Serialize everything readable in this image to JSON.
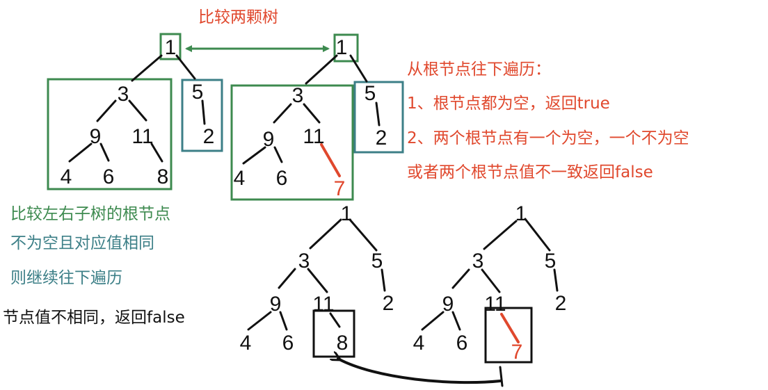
{
  "title": "比较两颗树",
  "rules": {
    "heading": "从根节点往下遍历：",
    "rule1": "1、根节点都为空，返回true",
    "rule2_line1": "2、两个根节点有一个为空，一个不为空",
    "rule2_line2": "或者两个根节点值不一致返回false"
  },
  "notes": {
    "green_line1": "比较左右子树的根节点",
    "green_line2": "不为空且对应值相同",
    "green_line3": "则继续往下遍历",
    "black": "节点值不相同，返回false"
  },
  "trees": {
    "tl": {
      "root": "1",
      "l": "3",
      "r": "5",
      "ll": "9",
      "lr": "11",
      "rr": "2",
      "lll": "4",
      "llr": "6",
      "lrr": "8"
    },
    "tr": {
      "root": "1",
      "l": "3",
      "r": "5",
      "ll": "9",
      "lr": "11",
      "rr": "2",
      "lll": "4",
      "llr": "6",
      "lrr": "7"
    },
    "bl": {
      "root": "1",
      "l": "3",
      "r": "5",
      "ll": "9",
      "lr": "11",
      "rr": "2",
      "lll": "4",
      "llr": "6",
      "lrr": "8"
    },
    "br": {
      "root": "1",
      "l": "3",
      "r": "5",
      "ll": "9",
      "lr": "11",
      "rr": "2",
      "lll": "4",
      "llr": "6",
      "lrr": "7"
    }
  },
  "colors": {
    "green": "#3d8a4f",
    "teal": "#3c7f87",
    "red": "#e0482d",
    "black": "#111111"
  }
}
